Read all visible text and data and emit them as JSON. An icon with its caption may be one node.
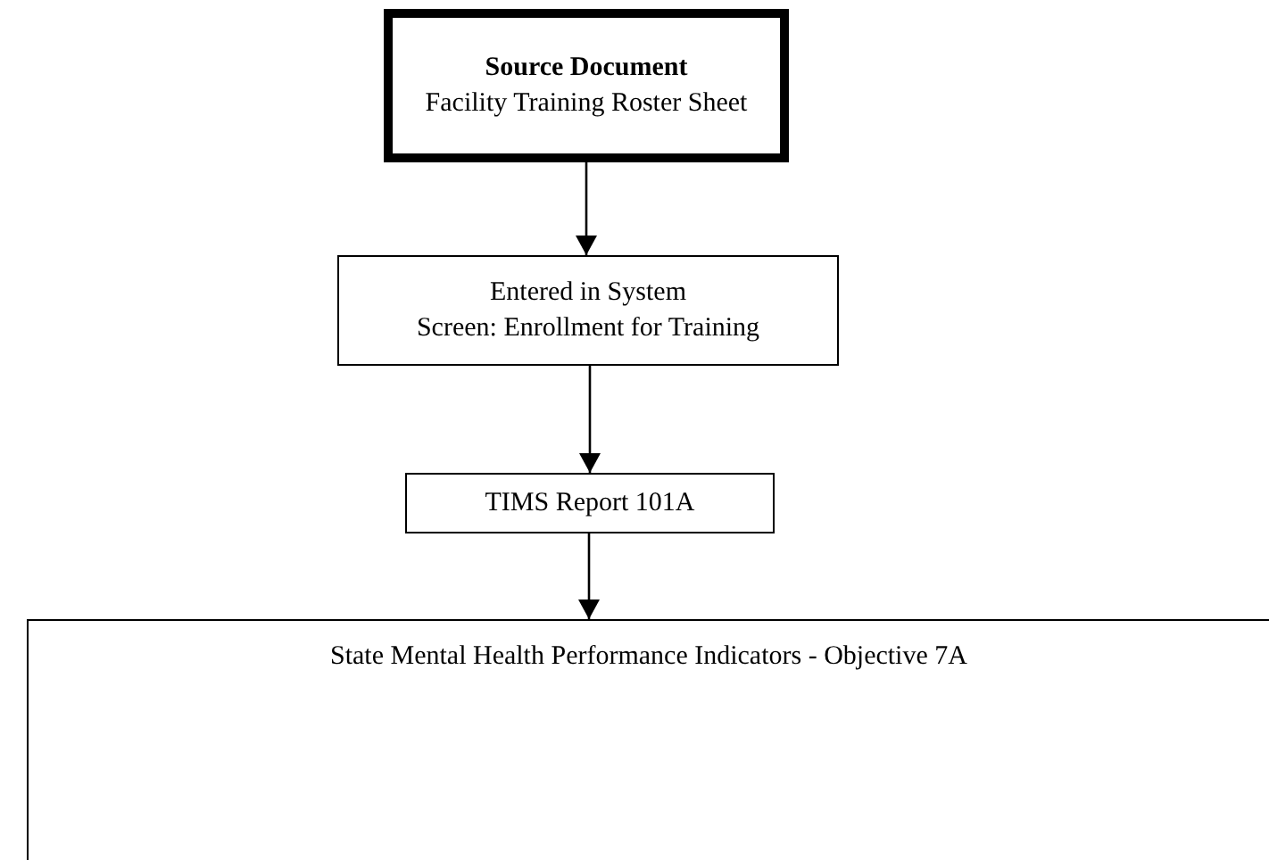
{
  "diagram": {
    "nodes": [
      {
        "text": [
          "Source Document",
          "Facility Training Roster Sheet"
        ]
      },
      {
        "text": [
          "Entered in System",
          "Screen:  Enrollment for Training"
        ]
      },
      {
        "text": [
          "TIMS Report 101A"
        ]
      },
      {
        "text": [
          "State Mental Health Performance Indicators - Objective 7A"
        ]
      }
    ],
    "edges": [
      {
        "from": 0,
        "to": 1,
        "arrow": "to"
      },
      {
        "from": 1,
        "to": 2,
        "arrow": "to"
      },
      {
        "from": 2,
        "to": 3,
        "arrow": "to"
      }
    ]
  }
}
